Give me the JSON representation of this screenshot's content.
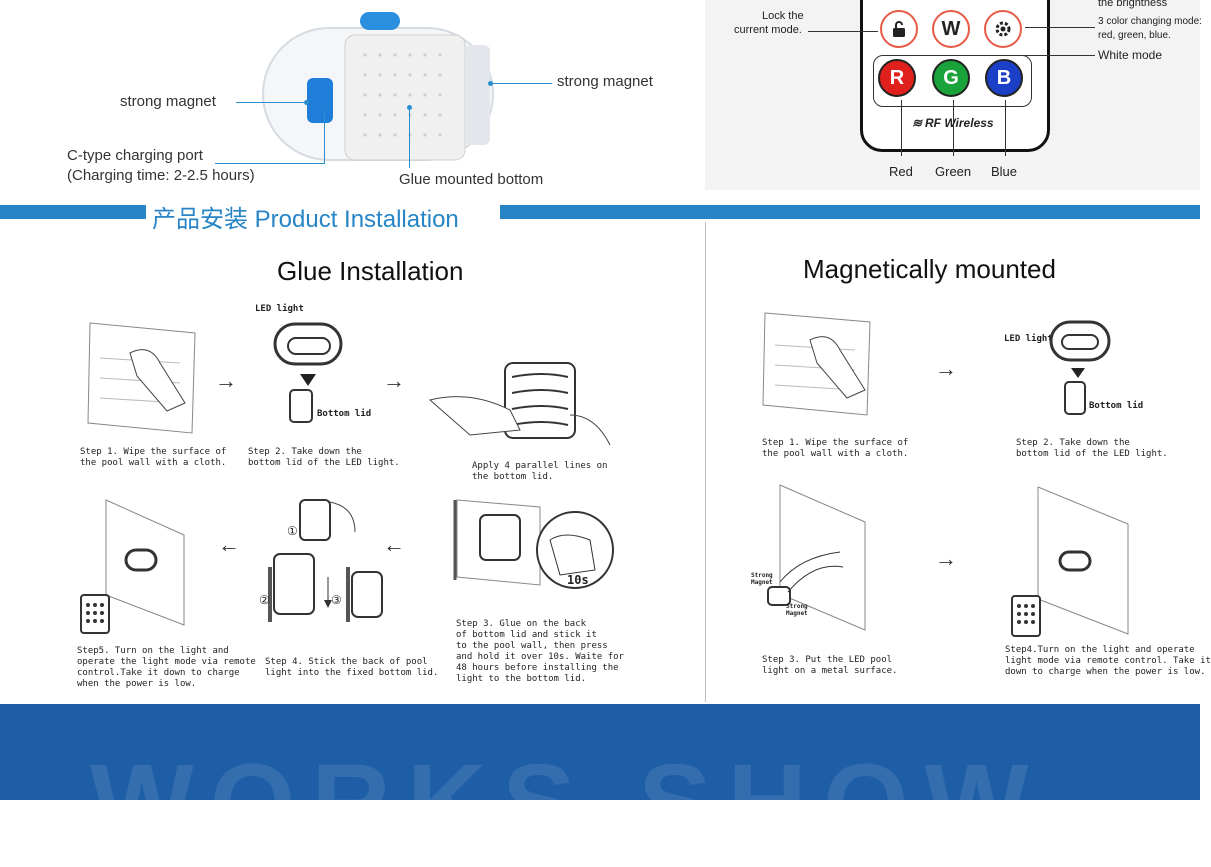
{
  "product": {
    "callout_magnet_left": "strong magnet",
    "callout_magnet_right": "strong magnet",
    "callout_port": "C-type charging port",
    "callout_port_time": "(Charging time: 2-2.5 hours)",
    "callout_glue": "Glue mounted bottom"
  },
  "remote": {
    "lock_label_1": "Lock the",
    "lock_label_2": "current mode.",
    "brightness_label": "the brightness",
    "color_mode_1": "3 color changing mode:",
    "color_mode_2": "red, green, blue.",
    "white_mode": "White mode",
    "btn_w": "W",
    "btn_r": "R",
    "btn_g": "G",
    "btn_b": "B",
    "brand": "RF Wireless",
    "label_red": "Red",
    "label_green": "Green",
    "label_blue": "Blue",
    "colors": {
      "red": "#e0201c",
      "green": "#1aa33a",
      "blue": "#1c3fc7"
    }
  },
  "section": {
    "title": "产品安装 Product Installation",
    "accent": "#2785c6"
  },
  "glue": {
    "title": "Glue Installation",
    "led_light": "LED light",
    "bottom_lid": "Bottom lid",
    "step1": "Step 1. Wipe the surface of\nthe pool wall with a cloth.",
    "step2": "Step 2. Take down the\nbottom lid of the LED light.",
    "apply": "Apply 4 parallel lines on\nthe bottom lid.",
    "step3": "Step 3. Glue on the back\nof bottom lid and stick it\nto the pool wall, then press\nand hold it over 10s. Waite for\n48 hours before installing the\nlight to the bottom lid.",
    "step4": "Step 4. Stick the back of pool\nlight into the fixed bottom lid.",
    "step5": "Step5. Turn on the light and\noperate the light mode via remote\ncontrol.Take it down to charge\nwhen the power is low.",
    "ten_s": "10s",
    "n1": "①",
    "n2": "②",
    "n3": "③"
  },
  "magnet": {
    "title": "Magnetically mounted",
    "led_light": "LED light",
    "bottom_lid": "Bottom lid",
    "step1": "Step 1. Wipe the surface of\nthe pool wall with a cloth.",
    "step2": "Step 2. Take down the\nbottom lid of the LED light.",
    "step3": "Step 3. Put the LED pool\nlight on a metal surface.",
    "step4": "Step4.Turn on the light and operate\nlight mode via remote control. Take it\ndown to charge when the power is low.",
    "strong_magnet_1": "Strong\nMagnet",
    "strong_magnet_2": "Strong\nMagnet"
  },
  "footer": {
    "watermark": "WORKS SHOW",
    "bg": "#1d5ea6"
  }
}
